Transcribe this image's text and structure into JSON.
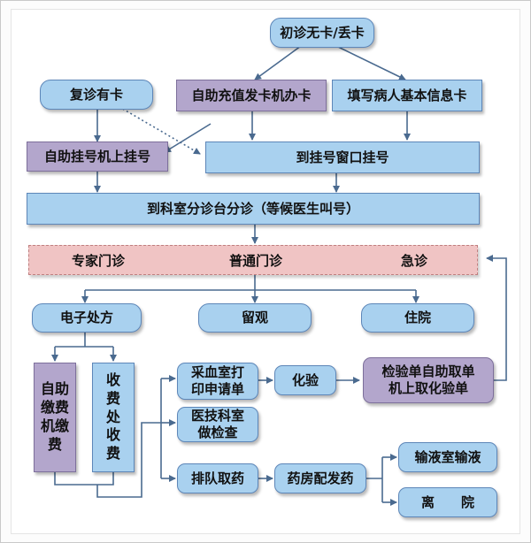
{
  "nodes": {
    "first_visit": "初诊无卡/丢卡",
    "return_visit": "复诊有卡",
    "self_service_card": "自助充值发卡机办卡",
    "fill_info": "填写病人基本信息卡",
    "self_register": "自助挂号机上挂号",
    "window_register": "到挂号窗口挂号",
    "triage": "到科室分诊台分诊（等候医生叫号）",
    "expert_clinic": "专家门诊",
    "general_clinic": "普通门诊",
    "emergency": "急诊",
    "e_prescription": "电子处方",
    "observation": "留观",
    "hospitalization": "住院",
    "self_payment_lines": [
      "自助",
      "缴费",
      "机缴",
      "费"
    ],
    "cashier_lines": [
      "收",
      "费",
      "处",
      "收",
      "费"
    ],
    "blood_lab_lines": [
      "采血室打",
      "印申请单"
    ],
    "lab_test": "化验",
    "report_pickup_lines": [
      "检验单自助取单",
      "机上取化验单"
    ],
    "medtech_lines": [
      "医技科室",
      "做检查"
    ],
    "queue_medicine": "排队取药",
    "pharmacy": "药房配发药",
    "infusion": "输液室输液",
    "discharge": "离　　院"
  },
  "colors": {
    "blue_box": "#a9d1ef",
    "purple_box": "#b3a6cc",
    "clinic_band": "#f0c4c4",
    "connector": "#4a6a8f"
  }
}
